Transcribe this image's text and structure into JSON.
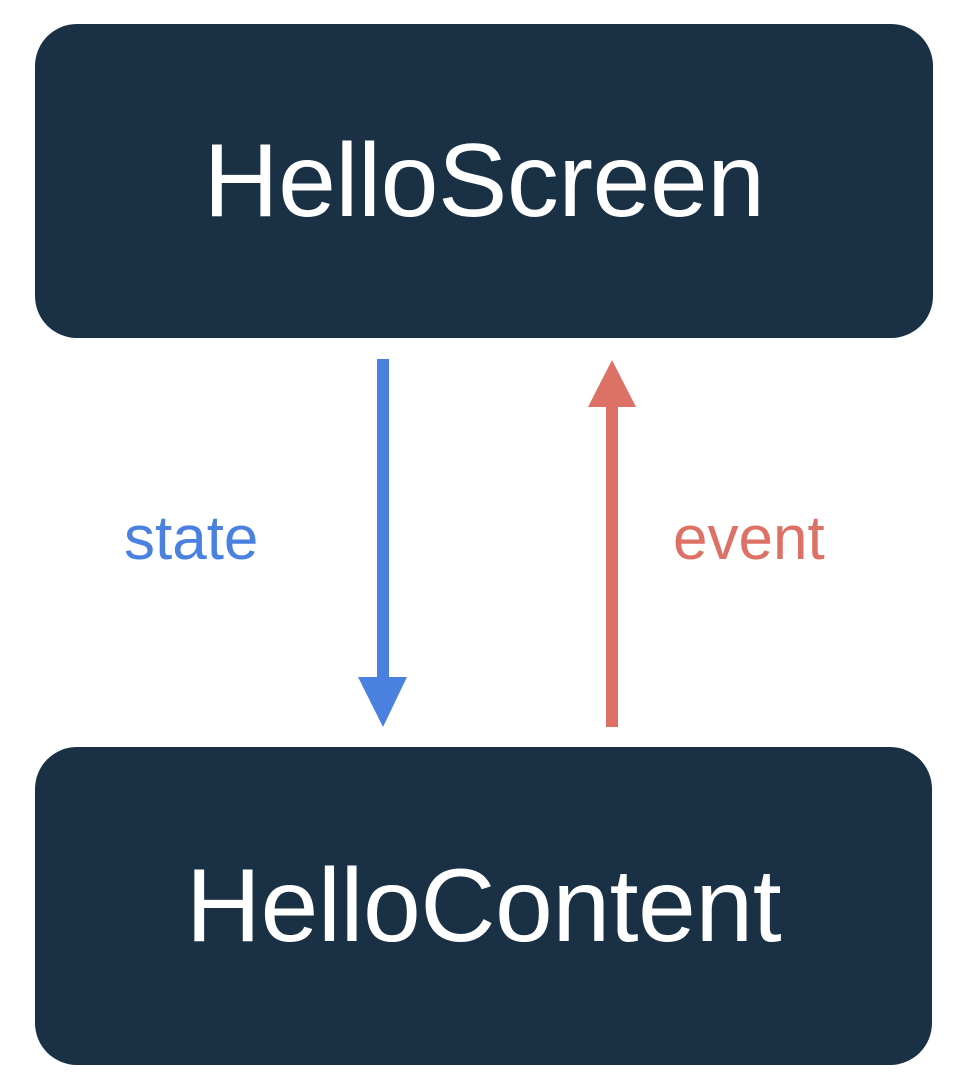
{
  "diagram": {
    "type": "flow-diagram",
    "title": "Unidirectional data flow between HelloScreen and HelloContent",
    "background_color": "#ffffff",
    "nodes": [
      {
        "id": "hello-screen",
        "label": "HelloScreen",
        "fill_color": "#1a3044",
        "text_color": "#ffffff",
        "shape": "rounded-rectangle"
      },
      {
        "id": "hello-content",
        "label": "HelloContent",
        "fill_color": "#1a3044",
        "text_color": "#ffffff",
        "shape": "rounded-rectangle"
      }
    ],
    "edges": [
      {
        "id": "state-edge",
        "label": "state",
        "color": "#4a81e0",
        "from": "HelloScreen",
        "to": "HelloContent",
        "direction": "down",
        "arrow_name": "state-arrow-down"
      },
      {
        "id": "event-edge",
        "label": "event",
        "color": "#dd7165",
        "from": "HelloContent",
        "to": "HelloScreen",
        "direction": "up",
        "arrow_name": "event-arrow-up"
      }
    ]
  }
}
